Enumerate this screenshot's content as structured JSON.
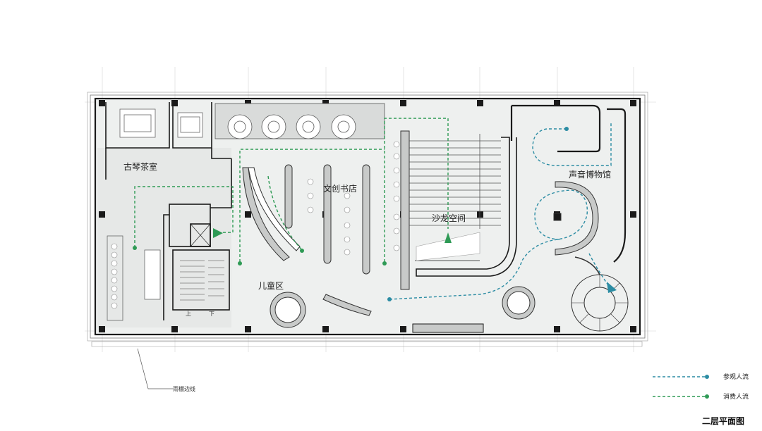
{
  "rooms": {
    "tea_room": "古琴茶室",
    "bookstore": "文创书店",
    "salon": "沙龙空间",
    "kids": "儿童区",
    "museum": "声音博物馆"
  },
  "stairs": {
    "up": "上",
    "down": "下"
  },
  "annotation": {
    "canopy_edge": "雨棚边线"
  },
  "legend": [
    {
      "label": "参观人流",
      "color": "#2b8ca3"
    },
    {
      "label": "消费人流",
      "color": "#2e9a55"
    }
  ],
  "plan_title": "二层平面图",
  "colors": {
    "wall": "#1a1a1a",
    "floor": "#eef0ef",
    "visit_flow": "#2b8ca3",
    "consume_flow": "#2e9a55"
  }
}
